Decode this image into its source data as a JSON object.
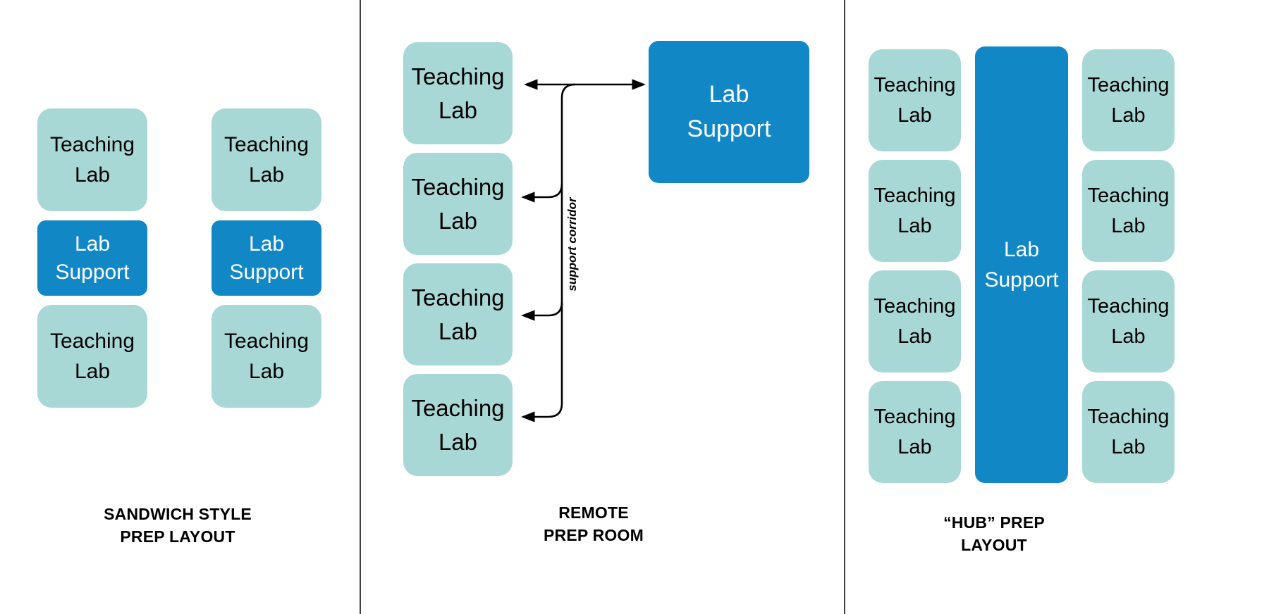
{
  "colors": {
    "teaching_lab_fill": "#a7d8d5",
    "lab_support_fill": "#1287c6",
    "teaching_lab_text": "#000000",
    "lab_support_text": "#ffffff",
    "arrow_line": "#000000",
    "divider_line": "#424242",
    "caption_text": "#000000",
    "background": "#ffffff"
  },
  "labels": {
    "teaching_lab": "Teaching\nLab",
    "lab_support": "Lab\nSupport"
  },
  "panels": {
    "sandwich": {
      "caption": "SANDWICH STYLE\nPREP LAYOUT",
      "teaching_lab_count": 4,
      "lab_support_count": 2
    },
    "remote": {
      "caption": "REMOTE\nPREP ROOM",
      "corridor_label": "support corridor",
      "teaching_lab_count": 4,
      "lab_support_count": 1
    },
    "hub": {
      "caption": "“HUB” PREP\nLAYOUT",
      "teaching_lab_count": 8,
      "lab_support_count": 1
    }
  }
}
